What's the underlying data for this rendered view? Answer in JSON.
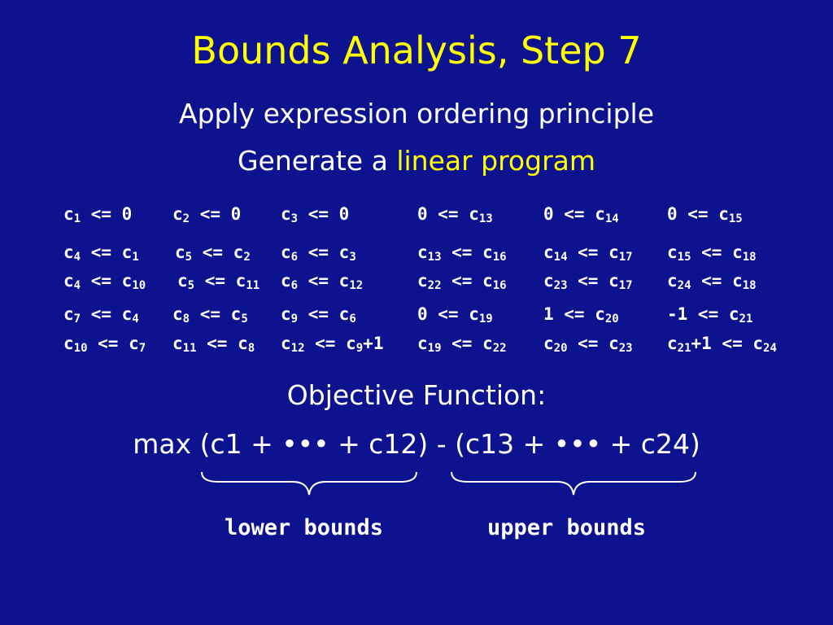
{
  "slide": {
    "title": "Bounds Analysis, Step 7",
    "subtitle1": "Apply expression ordering principle",
    "subtitle2_prefix": "Generate a ",
    "subtitle2_highlight": "linear program"
  },
  "constraints": [
    [
      "c",
      "1",
      " <= 0"
    ],
    [
      "c",
      "2",
      " <= 0"
    ],
    [
      "c",
      "3",
      " <= 0"
    ],
    [
      "0 <= c",
      "13",
      ""
    ],
    [
      "0 <= c",
      "14",
      ""
    ],
    [
      "0 <= c",
      "15",
      ""
    ],
    [
      "c",
      "4",
      " <= c",
      "1",
      ""
    ],
    [
      "c",
      "5",
      " <= c",
      "2",
      ""
    ],
    [
      "c",
      "6",
      " <= c",
      "3",
      ""
    ],
    [
      "c",
      "13",
      " <= c",
      "16",
      ""
    ],
    [
      "c",
      "14",
      " <= c",
      "17",
      ""
    ],
    [
      "c",
      "15",
      " <= c",
      "18",
      ""
    ],
    [
      "c",
      "4",
      " <= c",
      "10",
      ""
    ],
    [
      "c",
      "5",
      " <= c",
      "11",
      ""
    ],
    [
      "c",
      "6",
      " <= c",
      "12",
      ""
    ],
    [
      "c",
      "22",
      " <= c",
      "16",
      ""
    ],
    [
      "c",
      "23",
      " <= c",
      "17",
      ""
    ],
    [
      "c",
      "24",
      " <= c",
      "18",
      ""
    ],
    [
      "c",
      "7",
      " <= c",
      "4",
      ""
    ],
    [
      "c",
      "8",
      " <= c",
      "5",
      ""
    ],
    [
      "c",
      "9",
      " <= c",
      "6",
      ""
    ],
    [
      "0 <= c",
      "19",
      ""
    ],
    [
      "1 <= c",
      "20",
      ""
    ],
    [
      "-1 <= c",
      "21",
      ""
    ],
    [
      "c",
      "10",
      " <= c",
      "7",
      ""
    ],
    [
      "c",
      "11",
      " <= c",
      "8",
      ""
    ],
    [
      "c",
      "12",
      " <= c",
      "9",
      "+1"
    ],
    [
      "c",
      "19",
      " <= c",
      "22",
      ""
    ],
    [
      "c",
      "20",
      " <= c",
      "23",
      ""
    ],
    [
      "c",
      "21",
      "+1 <= c",
      "24",
      ""
    ]
  ],
  "objective": {
    "label": "Objective Function:",
    "expression": "max (c1 + ••• + c12) - (c13 + ••• + c24)",
    "lower_label": "lower bounds",
    "upper_label": "upper bounds"
  }
}
